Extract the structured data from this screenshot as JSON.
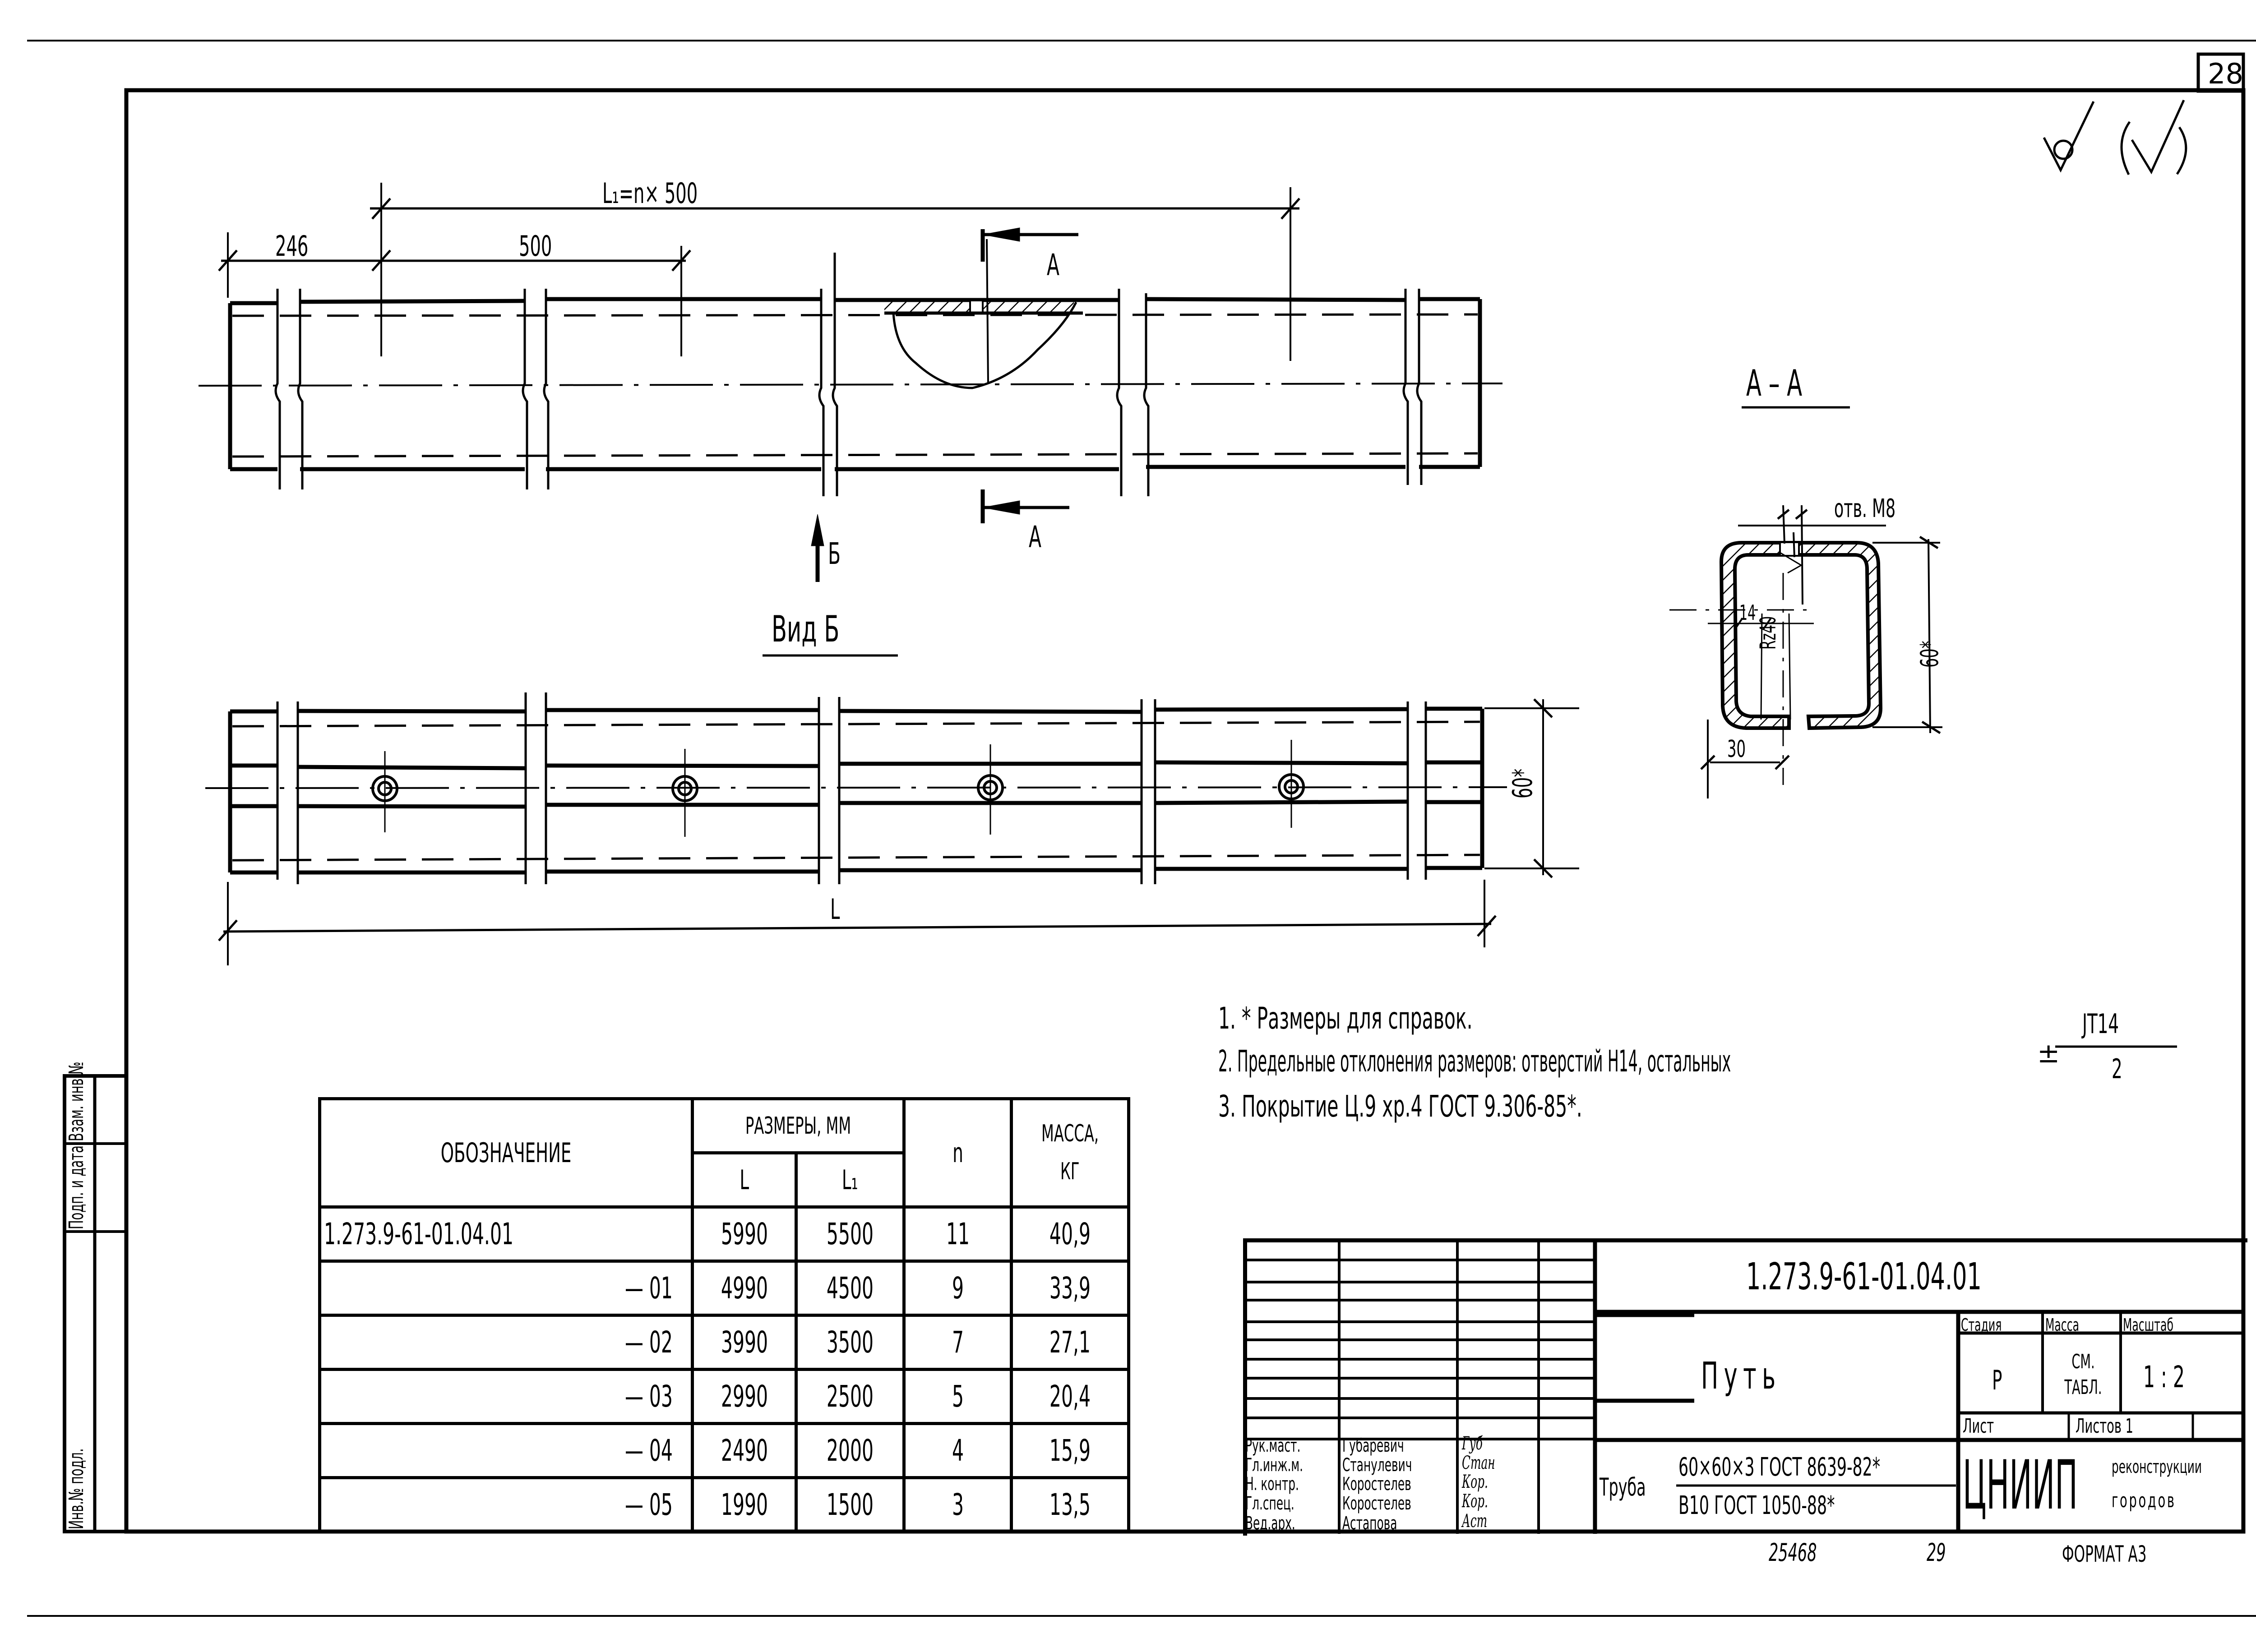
{
  "sheet": {
    "sheet_number": "28",
    "roughness_marks": {
      "main": "√ (no machining)",
      "other": "(√)"
    },
    "format_label": "ФОРМАТ А3",
    "bottom_numbers": [
      "25468",
      "29"
    ]
  },
  "main_view": {
    "dims": {
      "d246": "246",
      "d500": "500",
      "l1_formula": "L₁=n× 500"
    },
    "section_marker": "А",
    "view_marker": "Б"
  },
  "view_b": {
    "title": "Вид Б",
    "dim_height": "60*",
    "dim_length": "L"
  },
  "section_aa": {
    "title": "А – А",
    "hole_label": "отв. М8",
    "roughness": "Rz40",
    "dim_14": "14",
    "dim_30": "30",
    "dim_60": "60*"
  },
  "notes": [
    "1. * Размеры для справок.",
    "2. Предельные отклонения размеров: отверстий Н14, остальных",
    "3. Покрытие Ц.9 хр.4 ГОСТ 9.306-85*."
  ],
  "tolerance": {
    "pm": "±",
    "numerator": "JT14",
    "denominator": "2"
  },
  "spec_table": {
    "headers": {
      "designation": "ОБОЗНАЧЕНИЕ",
      "dims_group": "РАЗМЕРЫ, ММ",
      "L": "L",
      "L1": "L₁",
      "n": "n",
      "mass_top": "МАССА,",
      "mass_unit": "КГ"
    },
    "rows": [
      {
        "designation": "1.273.9-61-01.04.01",
        "L": "5990",
        "L1": "5500",
        "n": "11",
        "mass": "40,9"
      },
      {
        "designation": "— 01",
        "L": "4990",
        "L1": "4500",
        "n": "9",
        "mass": "33,9"
      },
      {
        "designation": "— 02",
        "L": "3990",
        "L1": "3500",
        "n": "7",
        "mass": "27,1"
      },
      {
        "designation": "— 03",
        "L": "2990",
        "L1": "2500",
        "n": "5",
        "mass": "20,4"
      },
      {
        "designation": "— 04",
        "L": "2490",
        "L1": "2000",
        "n": "4",
        "mass": "15,9"
      },
      {
        "designation": "— 05",
        "L": "1990",
        "L1": "1500",
        "n": "3",
        "mass": "13,5"
      }
    ]
  },
  "title_block": {
    "document_code": "1.273.9-61-01.04.01",
    "part_name": "Путь",
    "stage_label": "Стадия",
    "mass_label": "Масса",
    "scale_label": "Масштаб",
    "stage_value": "Р",
    "mass_value": "СМ. ТАБЛ.",
    "scale_value": "1 : 2",
    "sheet_label": "Лист",
    "sheets_label": "Листов 1",
    "material_prefix": "Труба",
    "material_top": "60×60×3 ГОСТ 8639-82*",
    "material_bottom": "В10 ГОСТ 1050-88*",
    "org_abbr": "ЦНИИП",
    "org_line1": "реконструкции",
    "org_line2": "городов",
    "signatures": [
      {
        "role": "Рук.маст.",
        "name": "Губаревич",
        "sign": "Губ"
      },
      {
        "role": "Гл.инж.м.",
        "name": "Станулевич",
        "sign": "Стан"
      },
      {
        "role": "Н. контр.",
        "name": "Коростелев",
        "sign": "Кор."
      },
      {
        "role": "Гл.спец.",
        "name": "Коростелев",
        "sign": "Кор."
      },
      {
        "role": "Вед.арх.",
        "name": "Астапова",
        "sign": "Аст"
      }
    ]
  },
  "side_stamp": {
    "labels": [
      "Инв.№ подл.",
      "Подп. и дата",
      "Взам. инв.№"
    ]
  }
}
